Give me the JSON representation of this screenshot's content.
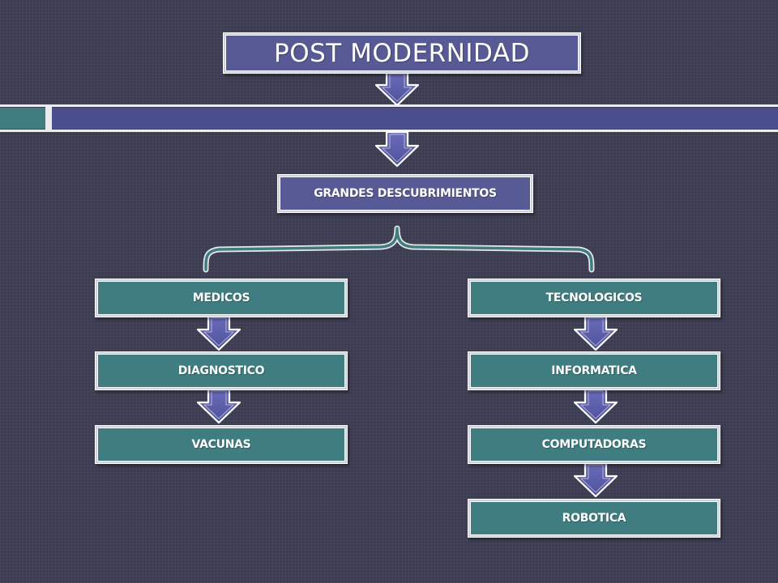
{
  "title": "POST MODERNIDAD",
  "subtitle": "GRANDES DESCUBRIMIENTOS",
  "branches": {
    "left": {
      "head": "MEDICOS",
      "items": [
        "DIAGNOSTICO",
        "VACUNAS"
      ]
    },
    "right": {
      "head": "TECNOLOGICOS",
      "items": [
        "INFORMATICA",
        "COMPUTADORAS",
        "ROBOTICA"
      ]
    }
  },
  "colors": {
    "background": "#3b3c51",
    "purple": "#585a95",
    "teal": "#3f7d80",
    "band": "#4a4e8e"
  },
  "icons": [
    "down-arrow-icon",
    "curly-brace-icon"
  ]
}
